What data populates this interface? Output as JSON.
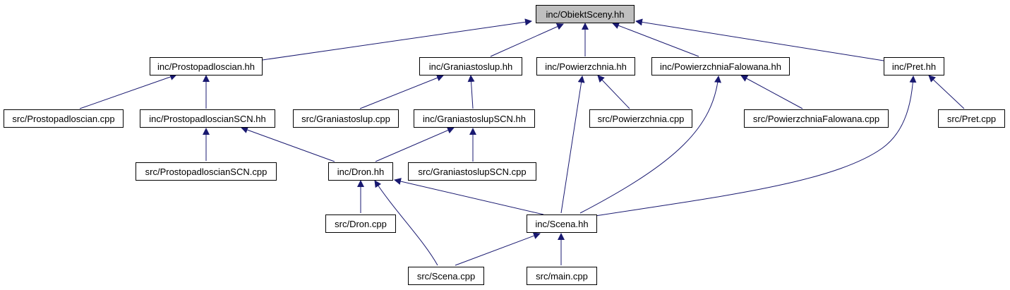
{
  "graph": {
    "nodes": {
      "obiekt": "inc/ObiektSceny.hh",
      "prostopad": "inc/Prostopadloscian.hh",
      "graniastoslup": "inc/Graniastoslup.hh",
      "powierzchnia": "inc/Powierzchnia.hh",
      "powfal": "inc/PowierzchniaFalowana.hh",
      "pret": "inc/Pret.hh",
      "prostopad_cpp": "src/Prostopadloscian.cpp",
      "prostopad_scn": "inc/ProstopadloscianSCN.hh",
      "grani_cpp": "src/Graniastoslup.cpp",
      "grani_scn": "inc/GraniastoslupSCN.hh",
      "powierz_cpp": "src/Powierzchnia.cpp",
      "powfal_cpp": "src/PowierzchniaFalowana.cpp",
      "pret_cpp": "src/Pret.cpp",
      "prostopad_scn_cpp": "src/ProstopadloscianSCN.cpp",
      "dron": "inc/Dron.hh",
      "grani_scn_cpp": "src/GraniastoslupSCN.cpp",
      "dron_cpp": "src/Dron.cpp",
      "scena": "inc/Scena.hh",
      "scena_cpp": "src/Scena.cpp",
      "main_cpp": "src/main.cpp"
    },
    "edge_color": "#191970",
    "root_fill": "#bfbfbf"
  }
}
